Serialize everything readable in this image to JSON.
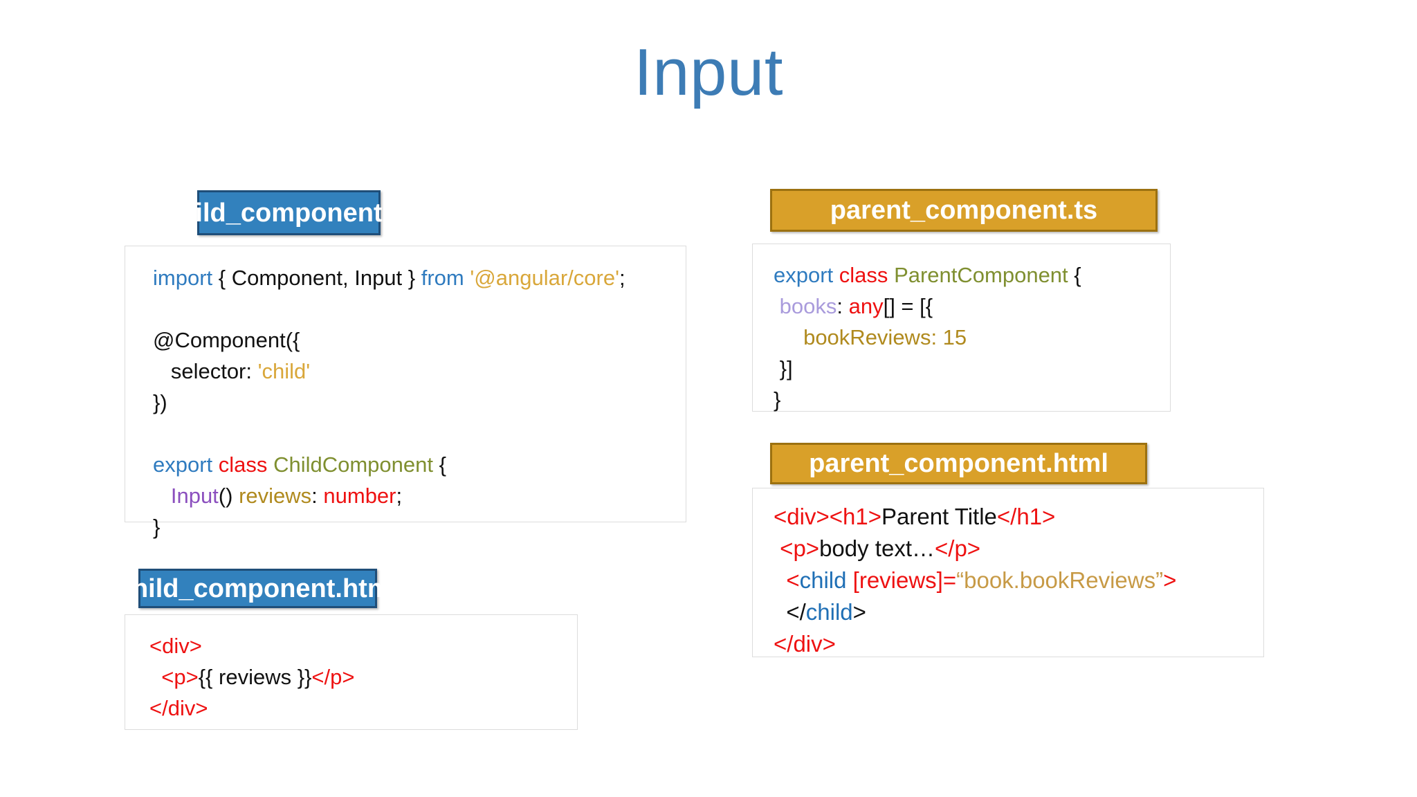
{
  "slide": {
    "title": "Input",
    "title_color": "#3d7cb5",
    "background": "#ffffff"
  },
  "theme": {
    "blue_header_fill": "#3281bd",
    "blue_header_border": "#1f4e79",
    "gold_header_fill": "#d9a029",
    "gold_header_border": "#9c7110",
    "code_box_border": "#dcdcdc",
    "keyword_blue": "#2f7bbf",
    "keyword_red": "#ee1111",
    "type_olive": "#7f8f30",
    "string_gold": "#d9a73a",
    "property_lavender": "#a99bdc",
    "decorator_purple": "#8b4fbe",
    "member_gold": "#b08a1e",
    "tag_red": "#ee1111",
    "child_tag_blue": "#1f6fb5",
    "attr_value_gold": "#c79a46",
    "plain_black": "#111111"
  },
  "panels": {
    "child_ts": {
      "header": "child_component.ts",
      "header_style": "blue",
      "lines": [
        [
          {
            "text": "import",
            "cls": "t-kw"
          },
          {
            "text": " { Component, Input } ",
            "cls": "t-plain"
          },
          {
            "text": "from",
            "cls": "t-kw"
          },
          {
            "text": " ",
            "cls": "t-plain"
          },
          {
            "text": "'@angular/core'",
            "cls": "t-str"
          },
          {
            "text": ";",
            "cls": "t-plain"
          }
        ],
        [],
        [
          {
            "text": "@Component({",
            "cls": "t-plain"
          }
        ],
        [
          {
            "text": "   selector: ",
            "cls": "t-plain"
          },
          {
            "text": "'child'",
            "cls": "t-str"
          }
        ],
        [
          {
            "text": "})",
            "cls": "t-plain"
          }
        ],
        [],
        [
          {
            "text": "export",
            "cls": "t-kw"
          },
          {
            "text": " ",
            "cls": "t-plain"
          },
          {
            "text": "class",
            "cls": "t-class"
          },
          {
            "text": " ",
            "cls": "t-plain"
          },
          {
            "text": "ChildComponent",
            "cls": "t-type"
          },
          {
            "text": " {",
            "cls": "t-plain"
          }
        ],
        [
          {
            "text": "   ",
            "cls": "t-plain"
          },
          {
            "text": "Input",
            "cls": "t-decor"
          },
          {
            "text": "() ",
            "cls": "t-plain"
          },
          {
            "text": "reviews",
            "cls": "t-member"
          },
          {
            "text": ": ",
            "cls": "t-plain"
          },
          {
            "text": "number",
            "cls": "t-class"
          },
          {
            "text": ";",
            "cls": "t-plain"
          }
        ],
        [
          {
            "text": "}",
            "cls": "t-plain"
          }
        ]
      ]
    },
    "child_html": {
      "header": "child_component.html",
      "header_style": "blue",
      "lines": [
        [
          {
            "text": "<div>",
            "cls": "t-tag"
          }
        ],
        [
          {
            "text": "  ",
            "cls": "t-plain"
          },
          {
            "text": "<p>",
            "cls": "t-tag"
          },
          {
            "text": "{{ reviews }}",
            "cls": "t-text"
          },
          {
            "text": "</p>",
            "cls": "t-tag"
          }
        ],
        [
          {
            "text": "</div>",
            "cls": "t-tag"
          }
        ]
      ]
    },
    "parent_ts": {
      "header": "parent_component.ts",
      "header_style": "gold",
      "lines": [
        [
          {
            "text": "export",
            "cls": "t-kw"
          },
          {
            "text": " ",
            "cls": "t-plain"
          },
          {
            "text": "class",
            "cls": "t-class"
          },
          {
            "text": " ",
            "cls": "t-plain"
          },
          {
            "text": "ParentComponent",
            "cls": "t-type"
          },
          {
            "text": " {",
            "cls": "t-plain"
          }
        ],
        [
          {
            "text": " ",
            "cls": "t-plain"
          },
          {
            "text": "books",
            "cls": "t-prop"
          },
          {
            "text": ": ",
            "cls": "t-plain"
          },
          {
            "text": "any",
            "cls": "t-class"
          },
          {
            "text": "[] = [{",
            "cls": "t-plain"
          }
        ],
        [
          {
            "text": "     ",
            "cls": "t-plain"
          },
          {
            "text": "bookReviews: 15",
            "cls": "t-member"
          }
        ],
        [
          {
            "text": " }]",
            "cls": "t-plain"
          }
        ],
        [
          {
            "text": "}",
            "cls": "t-plain"
          }
        ]
      ]
    },
    "parent_html": {
      "header": "parent_component.html",
      "header_style": "gold",
      "lines": [
        [
          {
            "text": "<div><h1>",
            "cls": "t-tag"
          },
          {
            "text": "Parent Title",
            "cls": "t-text"
          },
          {
            "text": "</h1>",
            "cls": "t-tag"
          }
        ],
        [
          {
            "text": " ",
            "cls": "t-plain"
          },
          {
            "text": "<p>",
            "cls": "t-tag"
          },
          {
            "text": "body text…",
            "cls": "t-text"
          },
          {
            "text": "</p>",
            "cls": "t-tag"
          }
        ],
        [
          {
            "text": "  <",
            "cls": "t-tag"
          },
          {
            "text": "child",
            "cls": "t-childtag"
          },
          {
            "text": " ",
            "cls": "t-plain"
          },
          {
            "text": "[reviews]=",
            "cls": "t-tag"
          },
          {
            "text": "“book.bookReviews”",
            "cls": "t-attrval"
          },
          {
            "text": ">",
            "cls": "t-tag"
          }
        ],
        [
          {
            "text": "  </",
            "cls": "t-plain"
          },
          {
            "text": "child",
            "cls": "t-childtag"
          },
          {
            "text": ">",
            "cls": "t-plain"
          }
        ],
        [
          {
            "text": "</div>",
            "cls": "t-tag"
          }
        ]
      ]
    }
  }
}
